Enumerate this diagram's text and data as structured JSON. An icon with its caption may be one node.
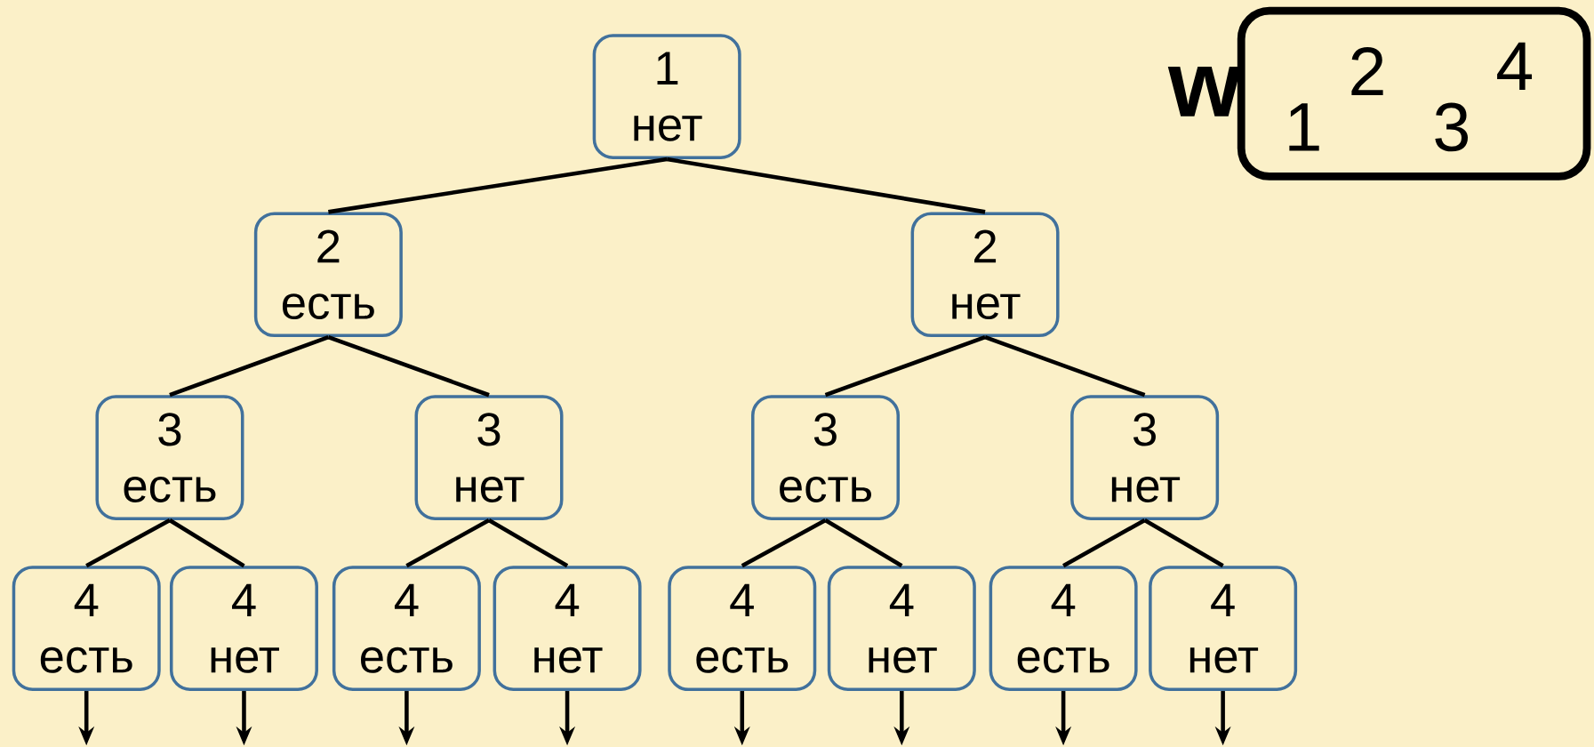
{
  "diagram": {
    "nodes": [
      {
        "text": [
          "1",
          "нет"
        ]
      },
      {
        "text": [
          "2",
          "есть"
        ]
      },
      {
        "text": [
          "2",
          "нет"
        ]
      },
      {
        "text": [
          "3",
          "есть"
        ]
      },
      {
        "text": [
          "3",
          "нет"
        ]
      },
      {
        "text": [
          "3",
          "есть"
        ]
      },
      {
        "text": [
          "3",
          "нет"
        ]
      },
      {
        "text": [
          "4",
          "есть"
        ]
      },
      {
        "text": [
          "4",
          "нет"
        ]
      },
      {
        "text": [
          "4",
          "есть"
        ]
      },
      {
        "text": [
          "4",
          "нет"
        ]
      },
      {
        "text": [
          "4",
          "есть"
        ]
      },
      {
        "text": [
          "4",
          "нет"
        ]
      },
      {
        "text": [
          "4",
          "есть"
        ]
      },
      {
        "text": [
          "4",
          "нет"
        ]
      },
      {
        "text": [
          "w",
          "1",
          "2",
          "3",
          "4"
        ]
      }
    ],
    "edges": [
      {
        "from": 0,
        "to": 1,
        "arrow": "none"
      },
      {
        "from": 0,
        "to": 2,
        "arrow": "none"
      },
      {
        "from": 1,
        "to": 3,
        "arrow": "none"
      },
      {
        "from": 1,
        "to": 4,
        "arrow": "none"
      },
      {
        "from": 2,
        "to": 5,
        "arrow": "none"
      },
      {
        "from": 2,
        "to": 6,
        "arrow": "none"
      },
      {
        "from": 3,
        "to": 7,
        "arrow": "none"
      },
      {
        "from": 3,
        "to": 8,
        "arrow": "none"
      },
      {
        "from": 4,
        "to": 9,
        "arrow": "none"
      },
      {
        "from": 4,
        "to": 10,
        "arrow": "none"
      },
      {
        "from": 5,
        "to": 11,
        "arrow": "none"
      },
      {
        "from": 5,
        "to": 12,
        "arrow": "none"
      },
      {
        "from": 6,
        "to": 13,
        "arrow": "none"
      },
      {
        "from": 6,
        "to": 14,
        "arrow": "none"
      },
      {
        "from": 7,
        "to": null,
        "arrow": "to"
      },
      {
        "from": 8,
        "to": null,
        "arrow": "to"
      },
      {
        "from": 9,
        "to": null,
        "arrow": "to"
      },
      {
        "from": 10,
        "to": null,
        "arrow": "to"
      },
      {
        "from": 11,
        "to": null,
        "arrow": "to"
      },
      {
        "from": 12,
        "to": null,
        "arrow": "to"
      },
      {
        "from": 13,
        "to": null,
        "arrow": "to"
      },
      {
        "from": 14,
        "to": null,
        "arrow": "to"
      }
    ]
  }
}
